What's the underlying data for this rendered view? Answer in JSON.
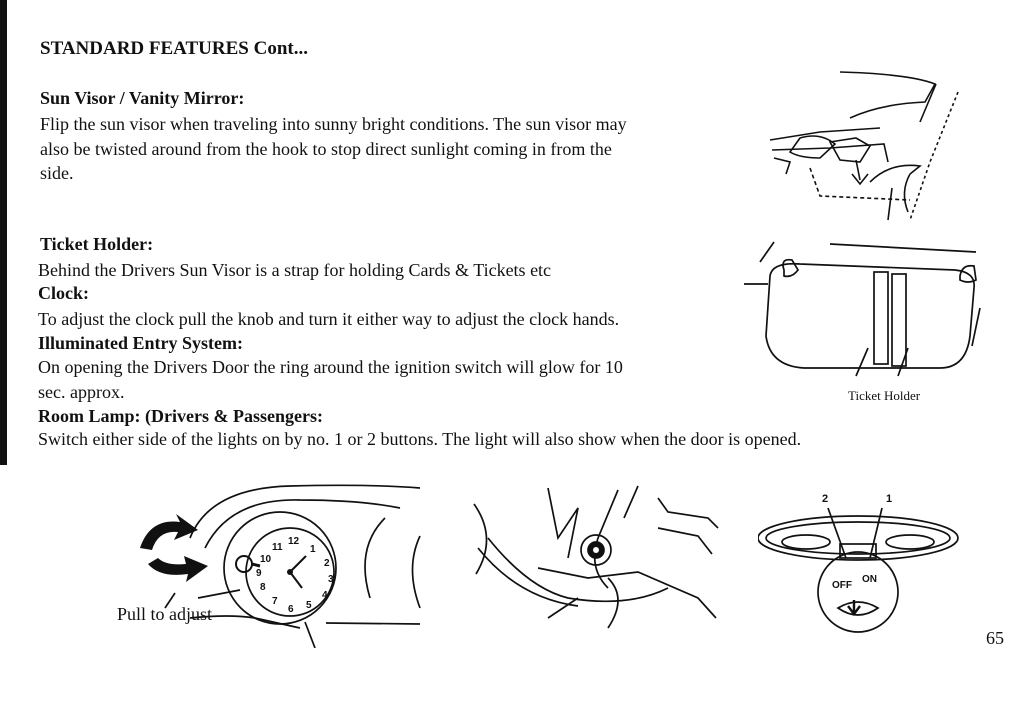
{
  "page": {
    "title": "STANDARD FEATURES Cont...",
    "page_number": "65"
  },
  "sun_visor": {
    "heading": "Sun Visor / Vanity Mirror:",
    "lines": [
      "Flip the sun visor when traveling into sunny bright conditions. The sun visor may",
      "also be twisted around from the hook to stop direct sunlight coming in from the",
      "side."
    ]
  },
  "ticket_holder": {
    "heading": "Ticket Holder:",
    "lines": [
      "Behind the Drivers Sun Visor is a strap for holding Cards & Tickets etc"
    ],
    "caption": "Ticket Holder"
  },
  "clock": {
    "heading": "Clock:",
    "lines": [
      "To adjust the clock pull the knob and turn it either way to adjust the clock hands."
    ],
    "caption": "Pull to adjust",
    "dial_numbers": [
      "12",
      "1",
      "2",
      "3",
      "4",
      "5",
      "6",
      "7",
      "8",
      "9",
      "10",
      "11"
    ]
  },
  "entry_system": {
    "heading": "Illuminated Entry System:",
    "lines": [
      "On opening the Drivers Door the ring around the ignition switch will glow for 10",
      "sec. approx."
    ]
  },
  "room_lamp": {
    "heading": "Room Lamp: (Drivers & Passengers:",
    "lines": [
      "Switch either side of the lights on by no. 1 or 2 buttons. The light will also show when the door is opened."
    ],
    "button_labels": [
      "2",
      "1"
    ],
    "switch_labels": [
      "OFF",
      "ON"
    ]
  }
}
